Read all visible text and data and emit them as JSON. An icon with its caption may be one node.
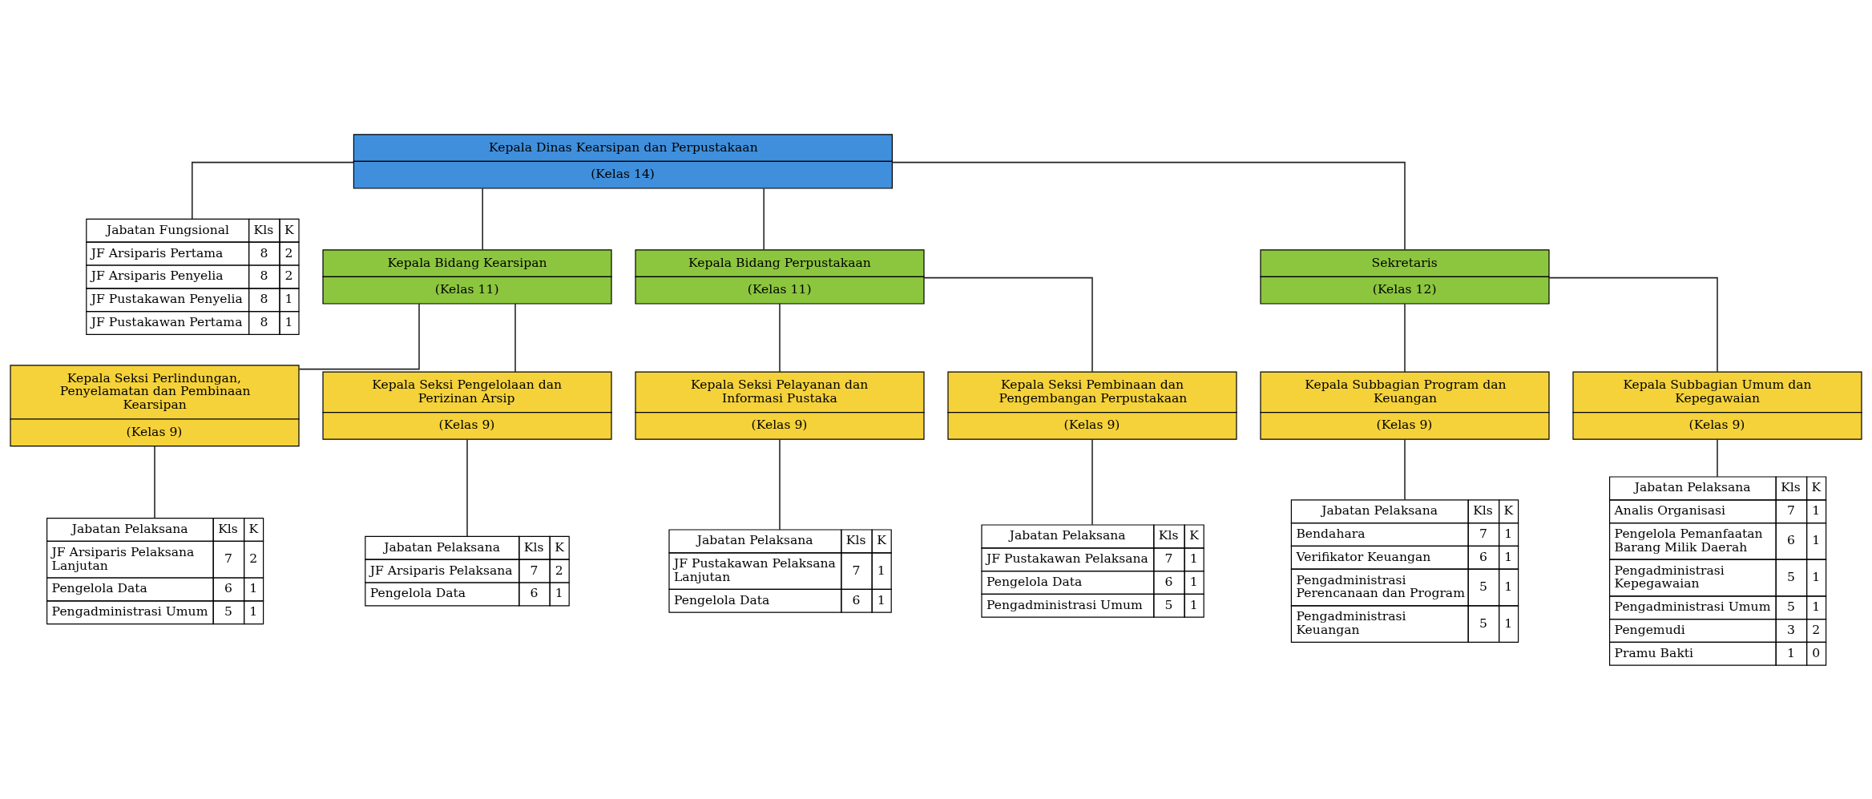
{
  "diagram": {
    "nodes": [
      {
        "text": [
          "Kepala Dinas Kearsipan dan Perpustakaan",
          "(Kelas 14)"
        ]
      },
      {
        "text": [
          "Jabatan Fungsional",
          "Kls",
          "K",
          "JF Arsiparis Pertama",
          "8",
          "2",
          "JF Arsiparis Penyelia",
          "8",
          "2",
          "JF Pustakawan Penyelia",
          "8",
          "1",
          "JF Pustakawan Pertama",
          "8",
          "1"
        ]
      },
      {
        "text": [
          "Kepala Bidang Kearsipan",
          "(Kelas 11)"
        ]
      },
      {
        "text": [
          "Kepala Bidang Perpustakaan",
          "(Kelas 11)"
        ]
      },
      {
        "text": [
          "Sekretaris",
          "(Kelas 12)"
        ]
      },
      {
        "text": [
          "Kepala Seksi Perlindungan, Penyelamatan dan Pembinaan Kearsipan",
          "(Kelas 9)"
        ]
      },
      {
        "text": [
          "Jabatan Pelaksana",
          "Kls",
          "K",
          "JF Arsiparis Pelaksana Lanjutan",
          "7",
          "2",
          "Pengelola Data",
          "6",
          "1",
          "Pengadministrasi Umum",
          "5",
          "1"
        ]
      },
      {
        "text": [
          "Kepala Seksi Pengelolaan dan Perizinan Arsip",
          "(Kelas 9)"
        ]
      },
      {
        "text": [
          "Jabatan Pelaksana",
          "Kls",
          "K",
          "JF Arsiparis Pelaksana",
          "7",
          "2",
          "Pengelola Data",
          "6",
          "1"
        ]
      },
      {
        "text": [
          "Kepala Seksi Pelayanan dan Informasi Pustaka",
          "(Kelas 9)"
        ]
      },
      {
        "text": [
          "Jabatan Pelaksana",
          "Kls",
          "K",
          "JF Pustakawan Pelaksana Lanjutan",
          "7",
          "1",
          "Pengelola Data",
          "6",
          "1"
        ]
      },
      {
        "text": [
          "Kepala Seksi Pembinaan dan Pengembangan Perpustakaan",
          "(Kelas 9)"
        ]
      },
      {
        "text": [
          "Jabatan Pelaksana",
          "Kls",
          "K",
          "JF Pustakawan Pelaksana",
          "7",
          "1",
          "Pengelola Data",
          "6",
          "1",
          "Pengadministrasi Umum",
          "5",
          "1"
        ]
      },
      {
        "text": [
          "Kepala Subbagian Program dan Keuangan",
          "(Kelas 9)"
        ]
      },
      {
        "text": [
          "Jabatan Pelaksana",
          "Kls",
          "K",
          "Bendahara",
          "7",
          "1",
          "Verifikator Keuangan",
          "6",
          "1",
          "Pengadministrasi Perencanaan dan Program",
          "5",
          "1",
          "Pengadministrasi Keuangan",
          "5",
          "1"
        ]
      },
      {
        "text": [
          "Kepala Subbagian Umum dan Kepegawaian",
          "(Kelas 9)"
        ]
      },
      {
        "text": [
          "Jabatan Pelaksana",
          "Kls",
          "K",
          "Analis Organisasi",
          "7",
          "1",
          "Pengelola Pemanfaatan Barang Milik Daerah",
          "6",
          "1",
          "Pengadministrasi Kepegawaian",
          "5",
          "1",
          "Pengadministrasi Umum",
          "5",
          "1",
          "Pengemudi",
          "3",
          "2",
          "Pramu Bakti",
          "1",
          "0"
        ]
      }
    ],
    "edges": [
      {
        "from": 0,
        "to": 1,
        "arrow": "none"
      },
      {
        "from": 0,
        "to": 2,
        "arrow": "none"
      },
      {
        "from": 0,
        "to": 3,
        "arrow": "none"
      },
      {
        "from": 0,
        "to": 4,
        "arrow": "none"
      },
      {
        "from": 2,
        "to": 5,
        "arrow": "none"
      },
      {
        "from": 2,
        "to": 7,
        "arrow": "none"
      },
      {
        "from": 3,
        "to": 9,
        "arrow": "none"
      },
      {
        "from": 3,
        "to": 11,
        "arrow": "none"
      },
      {
        "from": 4,
        "to": 13,
        "arrow": "none"
      },
      {
        "from": 4,
        "to": 15,
        "arrow": "none"
      },
      {
        "from": 5,
        "to": 6,
        "arrow": "none"
      },
      {
        "from": 7,
        "to": 8,
        "arrow": "none"
      },
      {
        "from": 9,
        "to": 10,
        "arrow": "none"
      },
      {
        "from": 11,
        "to": 12,
        "arrow": "none"
      },
      {
        "from": 13,
        "to": 14,
        "arrow": "none"
      },
      {
        "from": 15,
        "to": 16,
        "arrow": "none"
      }
    ]
  }
}
